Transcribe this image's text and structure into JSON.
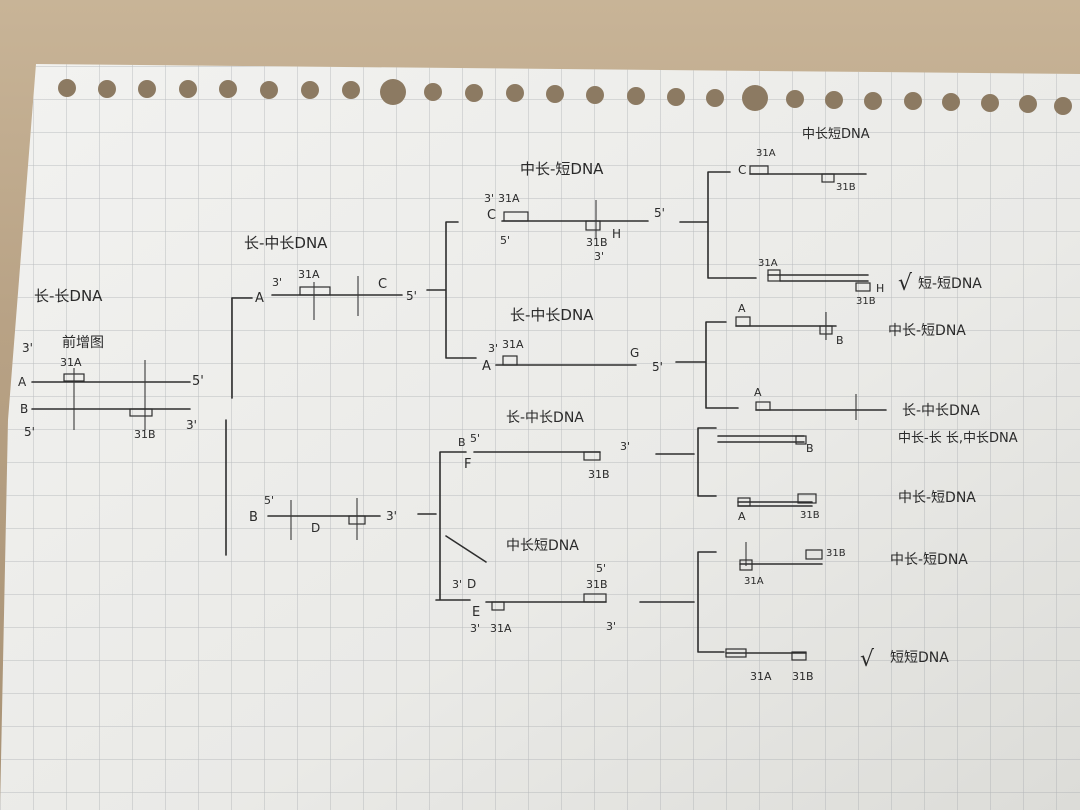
{
  "titles": {
    "long_long": "长-长DNA",
    "primer_map": "前增图",
    "long_midlong": "长-中长DNA",
    "midlong_short_top": "中长-短DNA",
    "long_midlong_2": "长-中长DNA",
    "long_midlong_3": "长-中长DNA",
    "midlong_short_mid": "中长短DNA",
    "corner_top_right": "中长短DNA"
  },
  "results": {
    "r1": "短-短DNA",
    "r2": "中长-短DNA",
    "r3": "长-中长DNA",
    "r4": "中长-长 长,中长DNA",
    "r5": "中长-短DNA",
    "r6": "中长-短DNA",
    "r7": "短短DNA"
  },
  "marks": {
    "check": "√"
  },
  "labels": {
    "A": "A",
    "B": "B",
    "C": "C",
    "D": "D",
    "E": "E",
    "F": "F",
    "G": "G",
    "H": "H",
    "p3": "3'",
    "p5": "5'",
    "a31": "31A",
    "b31": "31B"
  }
}
